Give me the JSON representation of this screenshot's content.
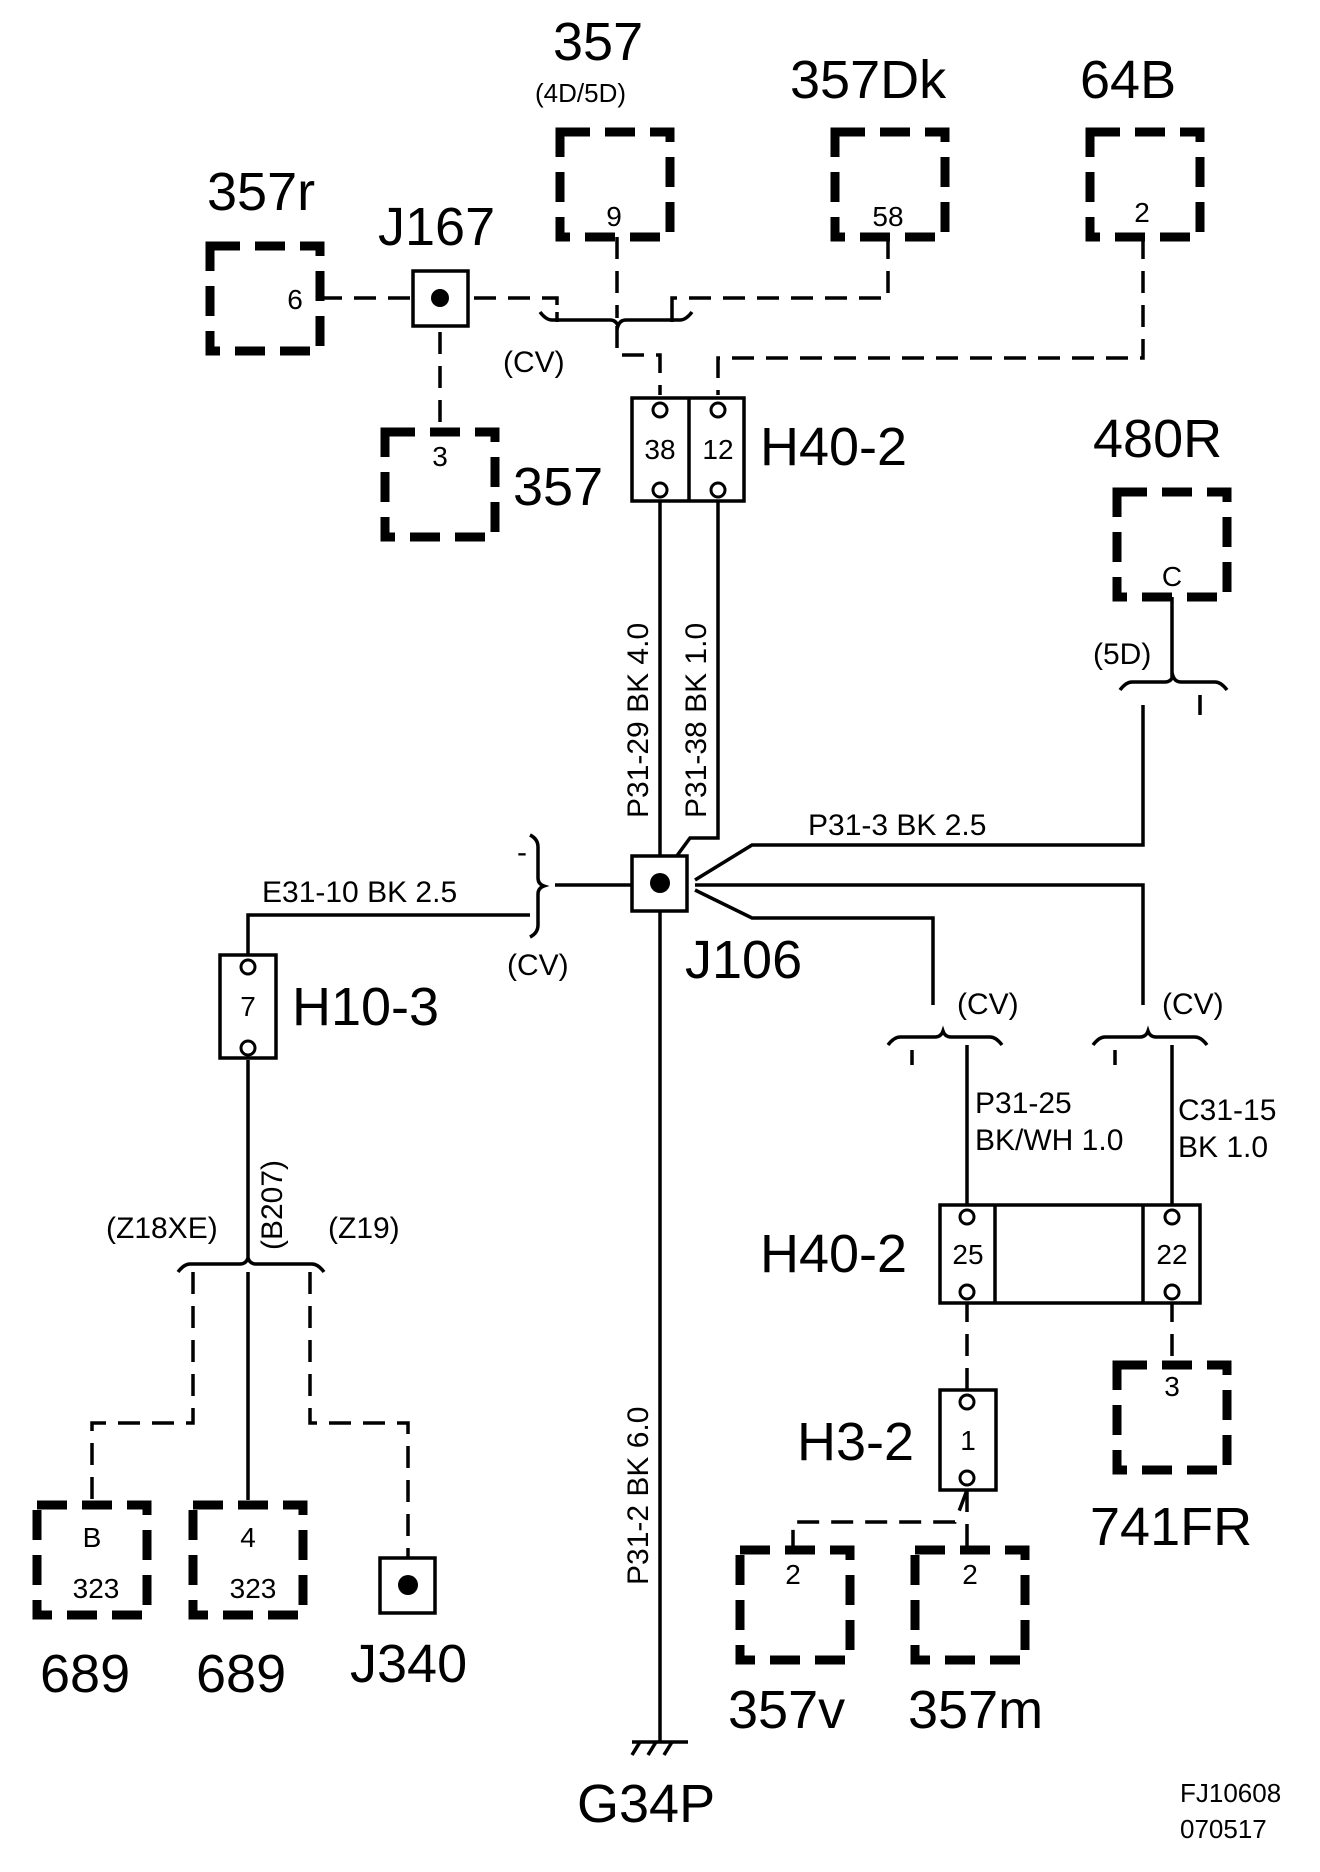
{
  "diagram": {
    "components": {
      "c357_top": {
        "label": "357",
        "sub": "(4D/5D)",
        "pin": "9"
      },
      "c357dk": {
        "label": "357Dk",
        "pin": "58"
      },
      "c64b": {
        "label": "64B",
        "pin": "2"
      },
      "c357r": {
        "label": "357r",
        "pin": "6"
      },
      "j167": {
        "label": "J167"
      },
      "c357_mid": {
        "label": "357",
        "pin": "3"
      },
      "h40_2_top": {
        "label": "H40-2",
        "pin_a": "38",
        "pin_b": "12"
      },
      "c480r": {
        "label": "480R",
        "pin": "C"
      },
      "j106": {
        "label": "J106"
      },
      "h10_3": {
        "label": "H10-3",
        "pin": "7"
      },
      "h40_2_bottom": {
        "label": "H40-2",
        "pin_a": "25",
        "pin_b": "22"
      },
      "h3_2": {
        "label": "H3-2",
        "pin": "1"
      },
      "c741fr": {
        "label": "741FR",
        "pin": "3"
      },
      "c689_left": {
        "label": "689",
        "pin": "B",
        "sub": "323"
      },
      "c689_right": {
        "label": "689",
        "pin": "4",
        "sub": "323"
      },
      "j340": {
        "label": "J340"
      },
      "c357v": {
        "label": "357v",
        "pin": "2"
      },
      "c357m": {
        "label": "357m",
        "pin": "2"
      },
      "g34p": {
        "label": "G34P"
      }
    },
    "wire_labels": {
      "p31_29": "P31-29   BK   4.0",
      "p31_38": "P31-38   BK   1.0",
      "p31_3": "P31-3      BK   2.5",
      "e31_10": "E31-10  BK   2.5",
      "p31_2": "P31-2   BK   6.0",
      "p31_25_a": "P31-25",
      "p31_25_b": "BK/WH 1.0",
      "c31_15_a": "C31-15",
      "c31_15_b": "BK  1.0"
    },
    "options": {
      "cv_top": "(CV)",
      "cv_left": "(CV)",
      "cv_right_1": "(CV)",
      "cv_right_2": "(CV)",
      "d5": "(5D)",
      "z18xe": "(Z18XE)",
      "b207": "(B207)",
      "z19": "(Z19)",
      "minus": "-"
    },
    "figure_id": "FJ10608",
    "figure_date": "070517"
  }
}
